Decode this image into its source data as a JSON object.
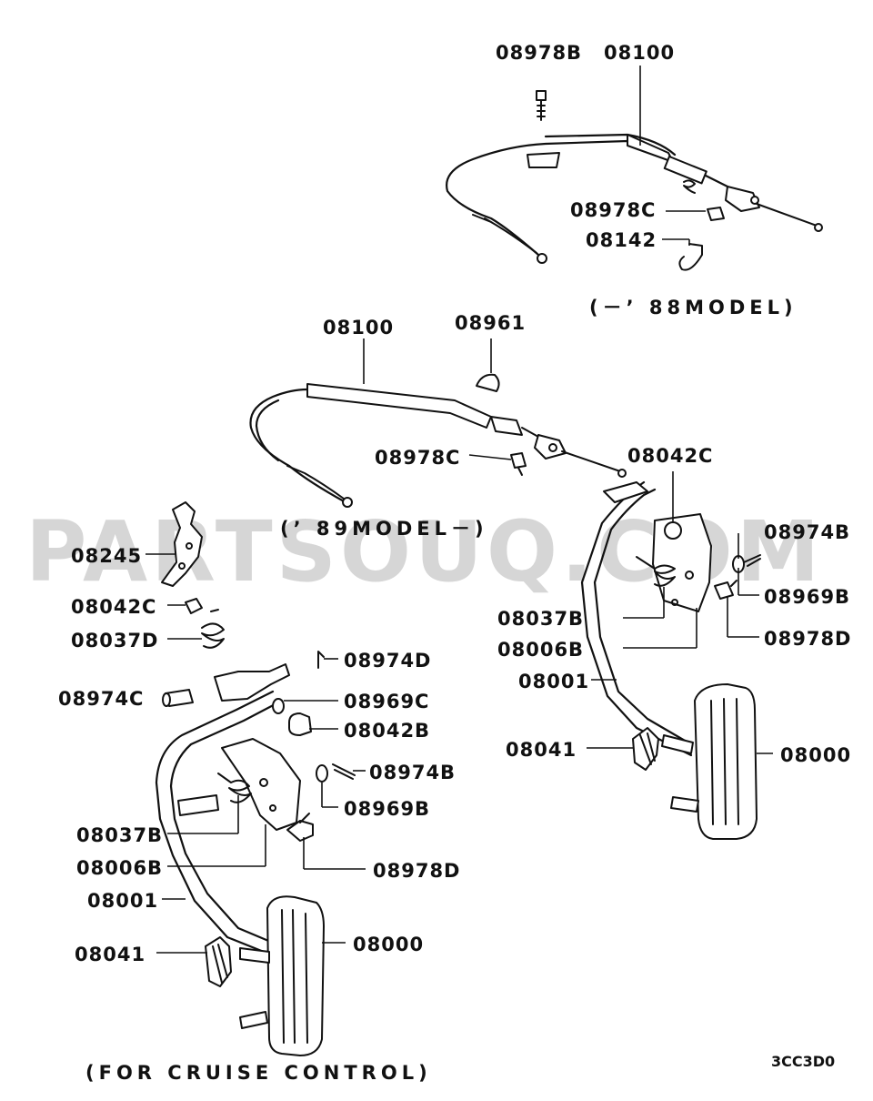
{
  "watermark": "PARTSOUQ.COM",
  "captions": {
    "model_pre88": "(－’ 88MODEL)",
    "model_89": "(’ 89MODEL－)",
    "cruise": "(FOR CRUISE CONTROL)",
    "figure_code": "3CC3D0"
  },
  "labels": {
    "p08978B": "08978B",
    "p08100_top": "08100",
    "p08978C_top": "08978C",
    "p08142": "08142",
    "p08100_mid": "08100",
    "p08961": "08961",
    "p08978C_mid": "08978C",
    "p08042C_right": "08042C",
    "p08974B_right": "08974B",
    "p08969B_right": "08969B",
    "p08978D_right": "08978D",
    "p08037B_right": "08037B",
    "p08006B_right": "08006B",
    "p08001_right": "08001",
    "p08041_right": "08041",
    "p08000_right": "08000",
    "p08245": "08245",
    "p08042C_left": "08042C",
    "p08037D": "08037D",
    "p08974D": "08974D",
    "p08974C": "08974C",
    "p08969C": "08969C",
    "p08042B": "08042B",
    "p08974B_left": "08974B",
    "p08969B_left": "08969B",
    "p08037B_left": "08037B",
    "p08006B_left": "08006B",
    "p08978D_left": "08978D",
    "p08001_left": "08001",
    "p08041_left": "08041",
    "p08000_left": "08000"
  }
}
